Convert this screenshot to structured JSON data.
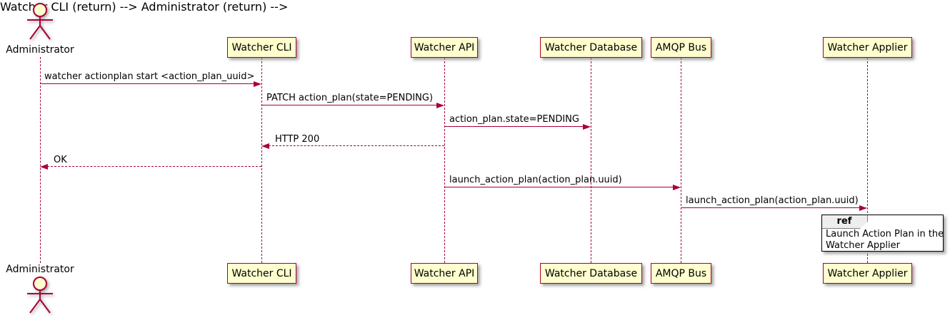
{
  "diagram": {
    "type": "sequence-diagram",
    "colors": {
      "stroke": "#A80036",
      "participant_fill": "#FEFECE",
      "text": "#000000",
      "ref_border": "#000000",
      "ref_header_fill": "#EEEEEE",
      "background": "#FFFFFF"
    },
    "actor": {
      "name": "Administrator"
    },
    "participants": [
      {
        "label": "Watcher CLI"
      },
      {
        "label": "Watcher API"
      },
      {
        "label": "Watcher Database"
      },
      {
        "label": "AMQP Bus"
      },
      {
        "label": "Watcher Applier"
      }
    ],
    "messages": [
      {
        "from": "Administrator",
        "to": "Watcher CLI",
        "style": "solid",
        "text": "watcher actionplan start <action_plan_uuid>"
      },
      {
        "from": "Watcher CLI",
        "to": "Watcher API",
        "style": "solid",
        "text": "PATCH action_plan(state=PENDING)"
      },
      {
        "from": "Watcher API",
        "to": "Watcher Database",
        "style": "solid",
        "text": "action_plan.state=PENDING"
      },
      {
        "from": "Watcher API",
        "to": "Watcher CLI",
        "style": "dashed",
        "text": "HTTP 200"
      },
      {
        "from": "Watcher CLI",
        "to": "Administrator",
        "style": "dashed",
        "text": "OK"
      },
      {
        "from": "Watcher API",
        "to": "AMQP Bus",
        "style": "solid",
        "text": "launch_action_plan(action_plan.uuid)"
      },
      {
        "from": "AMQP Bus",
        "to": "Watcher Applier",
        "style": "solid",
        "text": "launch_action_plan(action_plan.uuid)"
      }
    ],
    "ref": {
      "keyword": "ref",
      "line1": "Launch Action Plan in the",
      "line2": "Watcher Applier"
    }
  }
}
